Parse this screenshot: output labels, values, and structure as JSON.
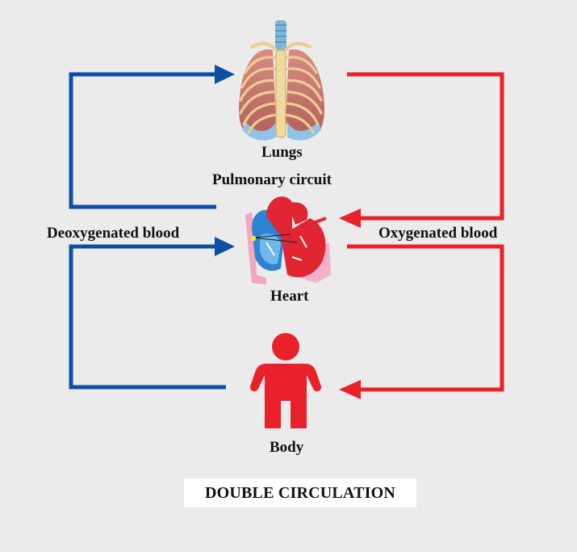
{
  "labels": {
    "lungs": "Lungs",
    "pulmonary": "Pulmonary circuit",
    "deoxygenated": "Deoxygenated blood",
    "oxygenated": "Oxygenated blood",
    "heart": "Heart",
    "body": "Body"
  },
  "title": "DOUBLE CIRCULATION",
  "colors": {
    "deoxygenated": "#0d4fa3",
    "oxygenated": "#e8212a",
    "body_figure": "#e8212a",
    "background": "#ebebeb"
  },
  "icons": [
    "lungs-icon",
    "heart-icon",
    "body-icon"
  ]
}
